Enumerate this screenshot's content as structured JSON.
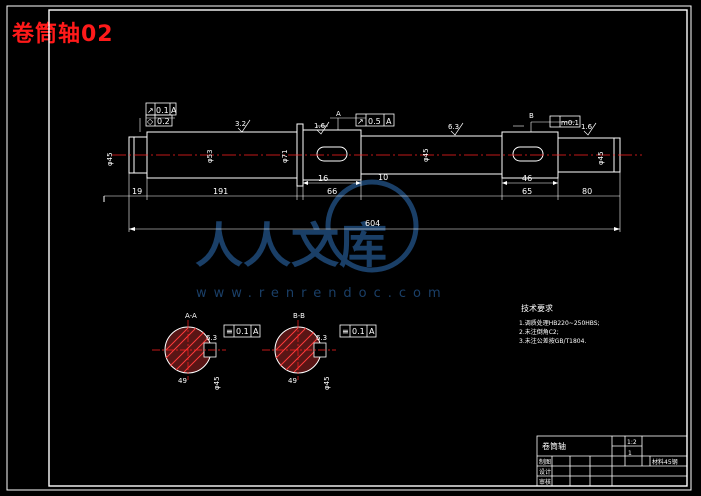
{
  "title": "卷筒轴02",
  "watermark": {
    "logo_text": "人人文库",
    "url": "www.renrendoc.com"
  },
  "colors": {
    "background": "#000000",
    "outline": "#ffffff",
    "dimension": "#ffffff",
    "centerline": "#ff2020",
    "hatch": "#ff3b3b",
    "title": "#ff1a1a",
    "watermark": "#1f4a7a"
  },
  "main_view": {
    "geometric_tolerances": {
      "gt1_symbol": "↗",
      "gt1_value": "0.1",
      "gt1_datum": "A",
      "gt2_symbol": "◇",
      "gt2_value": "0.2",
      "gt3_symbol": "↗",
      "gt3_value": "0.5",
      "gt3_datum": "A",
      "gt4_value": "m0.1"
    },
    "section_marks": {
      "a": "A",
      "b": "B"
    },
    "roughness": {
      "r1": "3.2",
      "r2": "6.3",
      "r3": "1.6",
      "r4": "1.6"
    },
    "diameters": {
      "d1": "φ45",
      "d2": "φ53",
      "d3": "φ71",
      "d4": "φ45",
      "d5": "φ45"
    },
    "dimensions": {
      "d_19": "19",
      "d_191": "191",
      "d_16": "16",
      "d_66": "66",
      "d_10": "10",
      "d_46": "46",
      "d_65": "65",
      "d_80": "80",
      "d_604": "604"
    }
  },
  "sections": {
    "a": {
      "label": "A-A",
      "tolerance_value": "0.1",
      "datum": "A",
      "dim_width": "49",
      "roughness": "6.3",
      "dim_h": "φ45"
    },
    "b": {
      "label": "B-B",
      "tolerance_value": "0.1",
      "datum": "A",
      "dim_width": "49",
      "roughness": "6.3",
      "dim_h": "φ45"
    }
  },
  "tech_requirements": {
    "heading": "技术要求",
    "items": [
      "1.调质处理HB220~250HBS;",
      "2.未注倒角C2;",
      "3.未注公差按GB/T1804."
    ]
  },
  "title_block": {
    "part_name": "卷筒轴",
    "scale_value": "1:2",
    "qty_value": "1",
    "material_label": "材料",
    "material_value": "45钢",
    "row_labels": [
      "制图",
      "设计",
      "审核"
    ]
  }
}
